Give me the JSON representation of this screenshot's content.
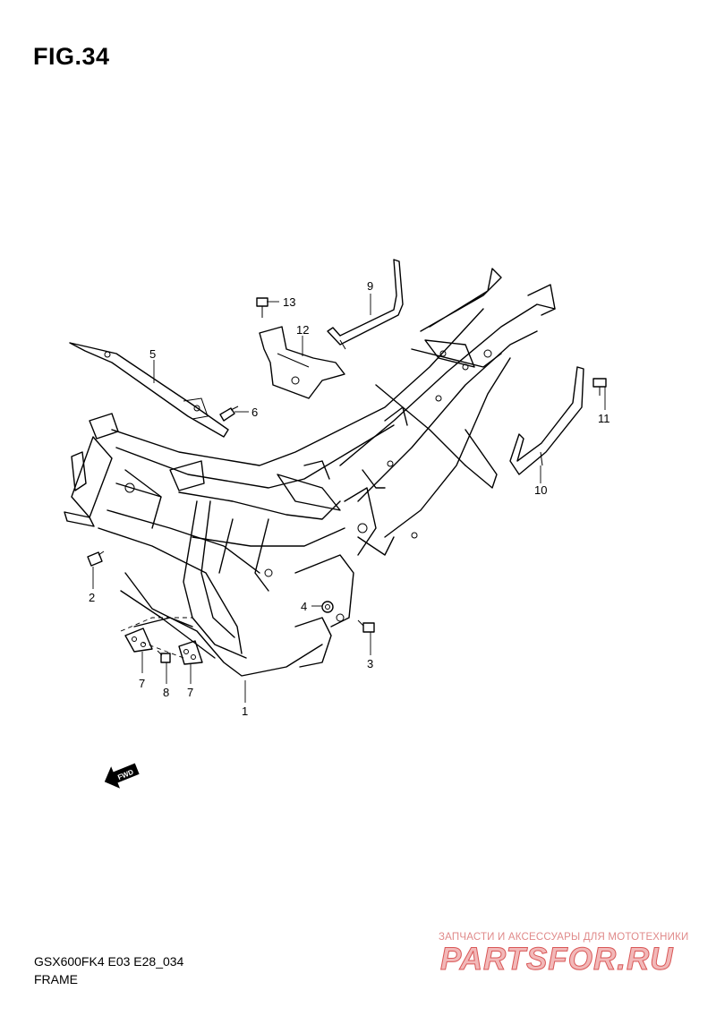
{
  "figure": {
    "title": "FIG.34"
  },
  "footer": {
    "model_code": "GSX600FK4 E03 E28_034",
    "section_name": "FRAME"
  },
  "fwd_arrow": {
    "label": "FWD"
  },
  "callouts": [
    {
      "id": "c1",
      "number": "1"
    },
    {
      "id": "c2",
      "number": "2"
    },
    {
      "id": "c3",
      "number": "3"
    },
    {
      "id": "c4",
      "number": "4"
    },
    {
      "id": "c5",
      "number": "5"
    },
    {
      "id": "c6",
      "number": "6"
    },
    {
      "id": "c7a",
      "number": "7"
    },
    {
      "id": "c7b",
      "number": "7"
    },
    {
      "id": "c8",
      "number": "8"
    },
    {
      "id": "c9",
      "number": "9"
    },
    {
      "id": "c10",
      "number": "10"
    },
    {
      "id": "c11",
      "number": "11"
    },
    {
      "id": "c12",
      "number": "12"
    },
    {
      "id": "c13",
      "number": "13"
    }
  ],
  "watermark": {
    "tagline": "ЗАПЧАСТИ И АКСЕССУАРЫ ДЛЯ МОТОТЕХНИКИ",
    "logo": "PARTSFOR.RU",
    "colors": {
      "fill": "#f2b8b8",
      "stroke": "#d95757",
      "tagline": "#e08a8a"
    }
  }
}
